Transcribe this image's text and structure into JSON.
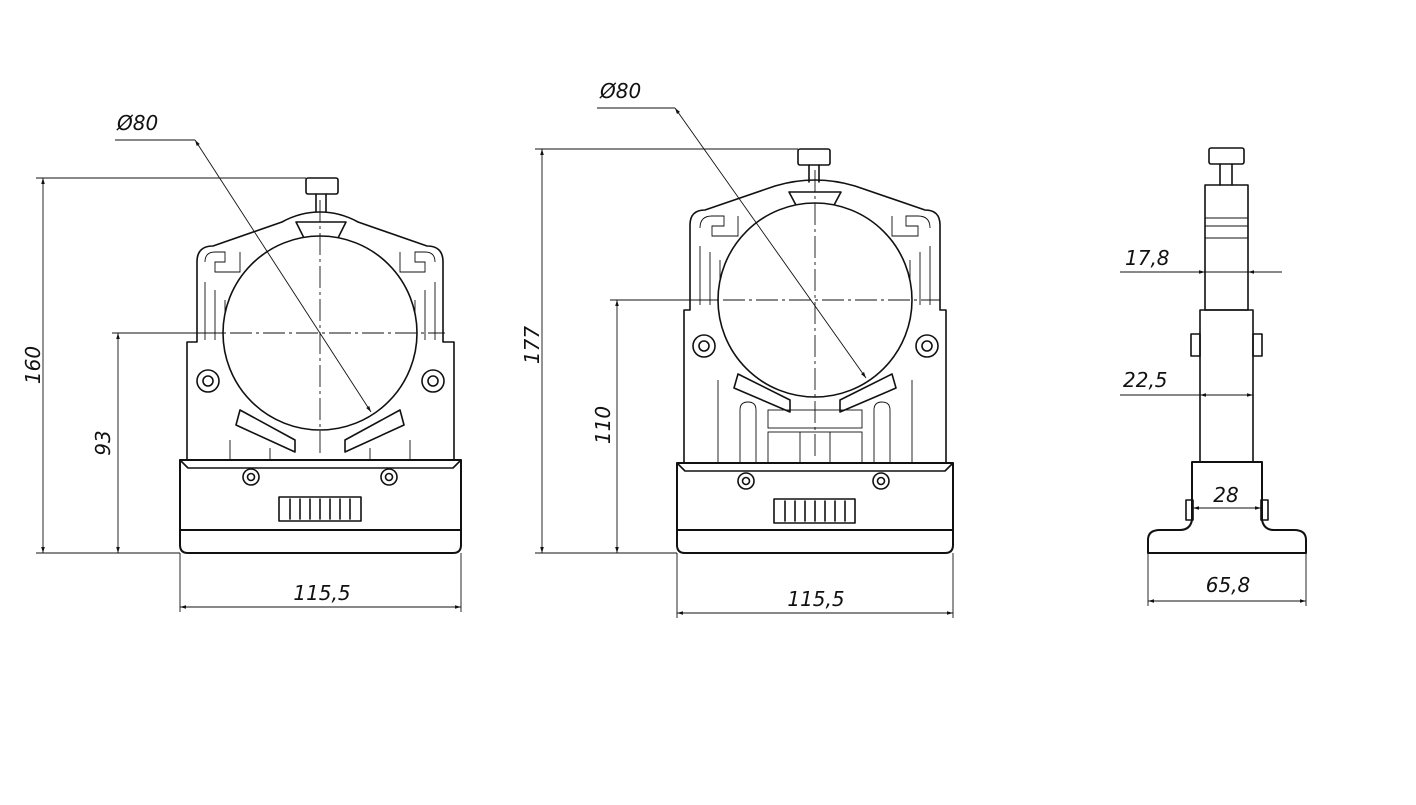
{
  "views": {
    "front_a": {
      "diameter": "Ø80",
      "height": "160",
      "axis_height": "93",
      "width": "115,5"
    },
    "front_b": {
      "diameter": "Ø80",
      "height": "177",
      "axis_height": "110",
      "width": "115,5"
    },
    "side": {
      "rod_width": "17,8",
      "post_width": "22,5",
      "block_width": "28",
      "base_width": "65,8"
    }
  }
}
